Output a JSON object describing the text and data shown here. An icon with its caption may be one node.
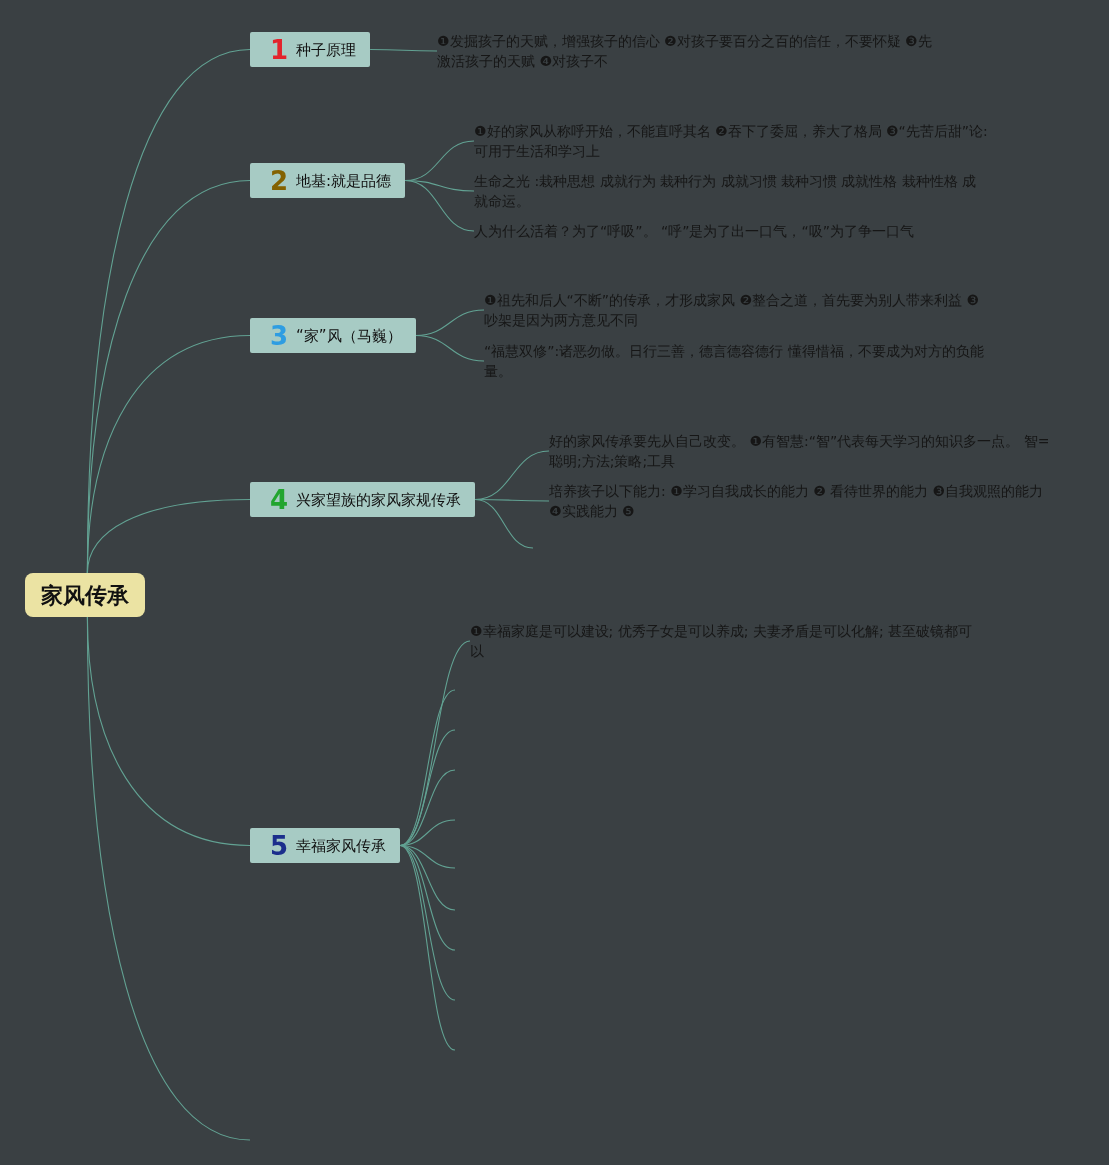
{
  "diagram": {
    "nodes": [
      {
        "text": [
          "家风传承"
        ]
      },
      {
        "text": [
          "1",
          "种子原理"
        ]
      },
      {
        "text": [
          "❶发掘孩子的天赋，增强孩子的信心 ❷对孩子要百分之百的信任，不要怀疑 ❸先激活孩子的天赋 ❹对孩子不"
        ]
      },
      {
        "text": [
          "2",
          "地基:就是品德"
        ]
      },
      {
        "text": [
          "❶好的家风从称呼开始，不能直呼其名 ❷吞下了委屈，养大了格局 ❸“先苦后甜”论:可用于生活和学习上"
        ]
      },
      {
        "text": [
          "生命之光 :栽种思想 成就行为 栽种行为 成就习惯 栽种习惯 成就性格 栽种性格 成就命运。"
        ]
      },
      {
        "text": [
          "人为什么活着？为了“呼吸”。 “呼”是为了出一口气，“吸”为了争一口气"
        ]
      },
      {
        "text": [
          "3",
          "“家”风（马巍）"
        ]
      },
      {
        "text": [
          "❶祖先和后人“不断”的传承，才形成家风 ❷整合之道，首先要为别人带来利益 ❸吵架是因为两方意见不同"
        ]
      },
      {
        "text": [
          "“福慧双修”:诸恶勿做。日行三善，德言德容德行 懂得惜福，不要成为对方的负能量。"
        ]
      },
      {
        "text": [
          "4",
          "兴家望族的家风家规传承"
        ]
      },
      {
        "text": [
          "好的家风传承要先从自己改变。 ❶有智慧:“智”代表每天学习的知识多一点。 智=聪明;方法;策略;工具"
        ]
      },
      {
        "text": [
          "培养孩子以下能力: ❶学习自我成长的能力 ❷ 看待世界的能力 ❸自我观照的能力 ❹实践能力 ❺"
        ]
      },
      {
        "text": [
          "5",
          "幸福家风传承"
        ]
      },
      {
        "text": [
          "❶幸福家庭是可以建设; 优秀子女是可以养成; 夫妻矛盾是可以化解; 甚至破镜都可以"
        ]
      }
    ],
    "edges": [
      {
        "from": 0,
        "to": 1,
        "arrow": "none"
      },
      {
        "from": 0,
        "to": 3,
        "arrow": "none"
      },
      {
        "from": 0,
        "to": 7,
        "arrow": "none"
      },
      {
        "from": 0,
        "to": 10,
        "arrow": "none"
      },
      {
        "from": 0,
        "to": 13,
        "arrow": "none"
      },
      {
        "from": 0,
        "to": null,
        "arrow": "none"
      },
      {
        "from": 1,
        "to": 2,
        "arrow": "none"
      },
      {
        "from": 3,
        "to": 4,
        "arrow": "none"
      },
      {
        "from": 3,
        "to": 5,
        "arrow": "none"
      },
      {
        "from": 3,
        "to": 6,
        "arrow": "none"
      },
      {
        "from": 7,
        "to": 8,
        "arrow": "none"
      },
      {
        "from": 7,
        "to": 9,
        "arrow": "none"
      },
      {
        "from": 10,
        "to": 11,
        "arrow": "none"
      },
      {
        "from": 10,
        "to": 12,
        "arrow": "none"
      },
      {
        "from": 10,
        "to": null,
        "arrow": "none"
      },
      {
        "from": 13,
        "to": 14,
        "arrow": "none"
      },
      {
        "from": 13,
        "to": null,
        "arrow": "none"
      },
      {
        "from": 13,
        "to": null,
        "arrow": "none"
      },
      {
        "from": 13,
        "to": null,
        "arrow": "none"
      },
      {
        "from": 13,
        "to": null,
        "arrow": "none"
      },
      {
        "from": 13,
        "to": null,
        "arrow": "none"
      },
      {
        "from": 13,
        "to": null,
        "arrow": "none"
      },
      {
        "from": 13,
        "to": null,
        "arrow": "none"
      },
      {
        "from": 13,
        "to": null,
        "arrow": "none"
      },
      {
        "from": 13,
        "to": null,
        "arrow": "none"
      }
    ]
  }
}
